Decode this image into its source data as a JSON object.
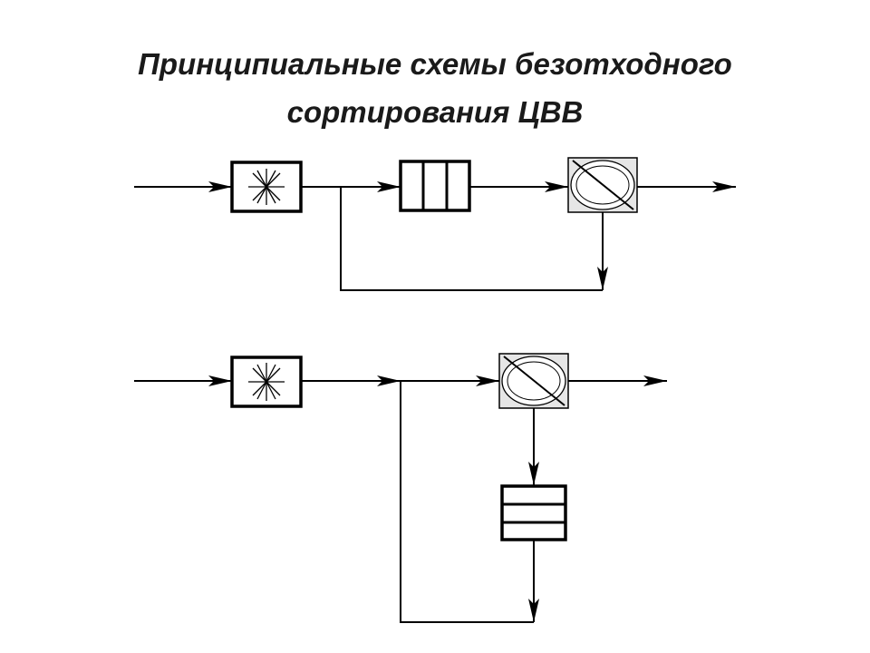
{
  "title": {
    "line1": "Принципиальные схемы безотходного",
    "line2": "сортирования ЦВВ"
  },
  "diagram": {
    "schemes": [
      {
        "elements": [
          "crusher-icon",
          "bin-three-section-icon",
          "separator-icon"
        ],
        "flow": "crusher -> bins -> separator; bypass after crusher to separator underflow"
      },
      {
        "elements": [
          "crusher-icon",
          "separator-icon",
          "bin-two-section-icon"
        ],
        "flow": "crusher -> separator -> bins (underflow); bypass after crusher to bin outlet"
      }
    ]
  }
}
